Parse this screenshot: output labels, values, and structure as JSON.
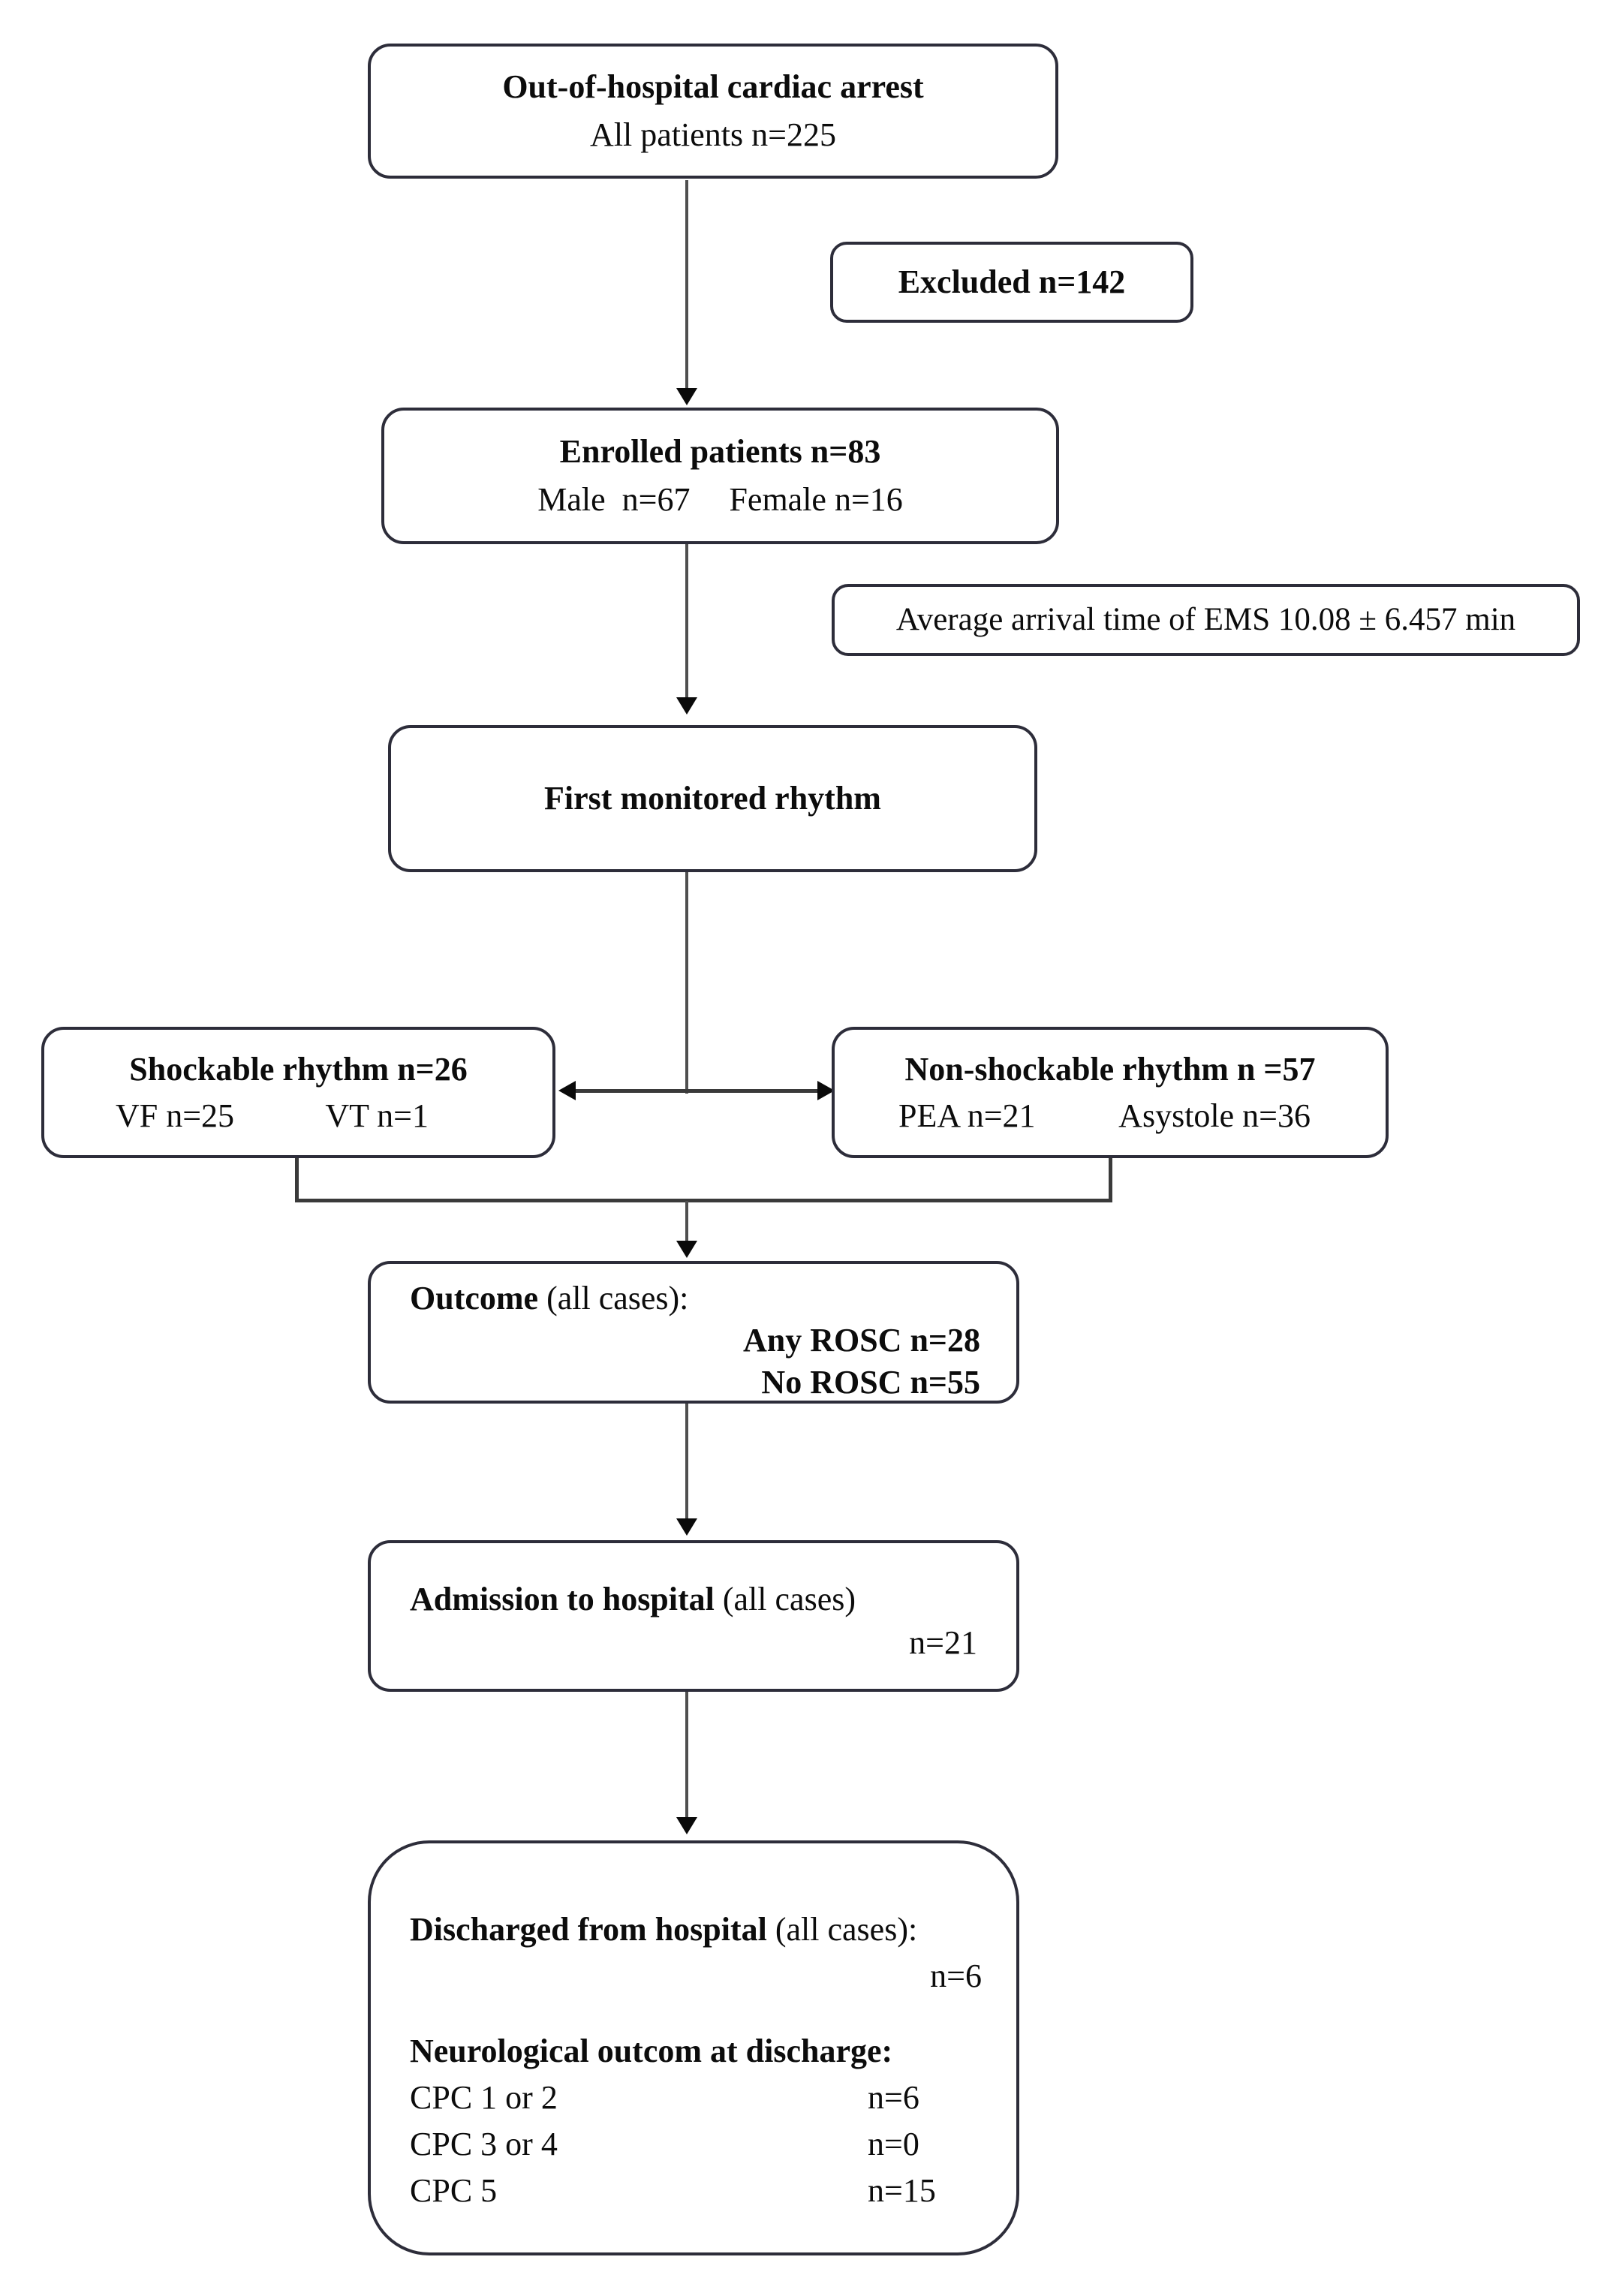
{
  "colors": {
    "background": "#ffffff",
    "box_border": "#2d2d3a",
    "text": "#0c0c0c",
    "connector_line": "#4f4f4f",
    "arrowhead": "#0a0a0a"
  },
  "boxes": {
    "ohca": {
      "line1": "Out-of-hospital cardiac arrest",
      "line2": "All patients n=225"
    },
    "excluded": {
      "label": "Excluded n=142"
    },
    "enrolled": {
      "line1": "Enrolled patients n=83",
      "male": "Male  n=67",
      "female": "Female n=16"
    },
    "ems": {
      "label": "Average arrival time of EMS 10.08 ± 6.457 min"
    },
    "first_rhythm": {
      "label": "First monitored rhythm"
    },
    "shockable": {
      "title": "Shockable rhythm n=26",
      "item1": "VF n=25",
      "item2": "VT n=1"
    },
    "non_shockable": {
      "title": "Non-shockable rhythm n =57",
      "item1": "PEA n=21",
      "item2": "Asystole n=36"
    },
    "outcome": {
      "title_bold": "Outcome",
      "title_rest": " (all cases):",
      "line1": "Any ROSC n=28",
      "line2": "No ROSC n=55"
    },
    "admission": {
      "title_bold": "Admission to hospital",
      "title_rest": " (all cases)",
      "n": "n=21"
    },
    "discharged": {
      "title_bold": "Discharged from hospital",
      "title_rest": " (all cases):",
      "n": "n=6",
      "neuro_title": "Neurological outcom at discharge:",
      "rows": [
        {
          "label": "CPC 1 or 2",
          "value": "n=6"
        },
        {
          "label": "CPC 3 or 4",
          "value": "n=0"
        },
        {
          "label": "CPC 5",
          "value": "n=15"
        }
      ]
    }
  }
}
